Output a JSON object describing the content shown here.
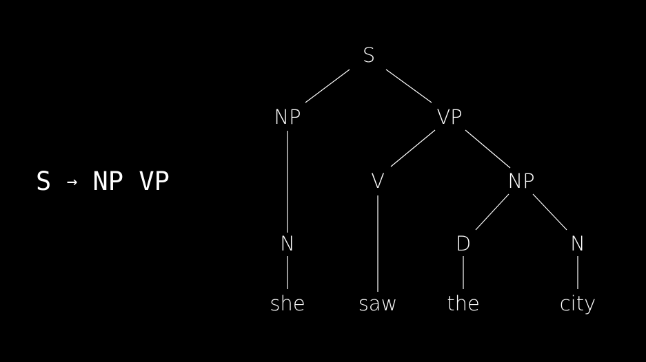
{
  "rule": {
    "lhs": "S",
    "arrow": "→",
    "rhs_1": "NP",
    "rhs_2": "VP"
  },
  "tree": {
    "nodes": {
      "s": "S",
      "np_subject": "NP",
      "vp": "VP",
      "n_subject": "N",
      "v": "V",
      "np_object": "NP",
      "d": "D",
      "n_object": "N",
      "word_she": "she",
      "word_saw": "saw",
      "word_the": "the",
      "word_city": "city"
    }
  },
  "colors": {
    "background": "#000000",
    "foreground": "#ffffff"
  }
}
